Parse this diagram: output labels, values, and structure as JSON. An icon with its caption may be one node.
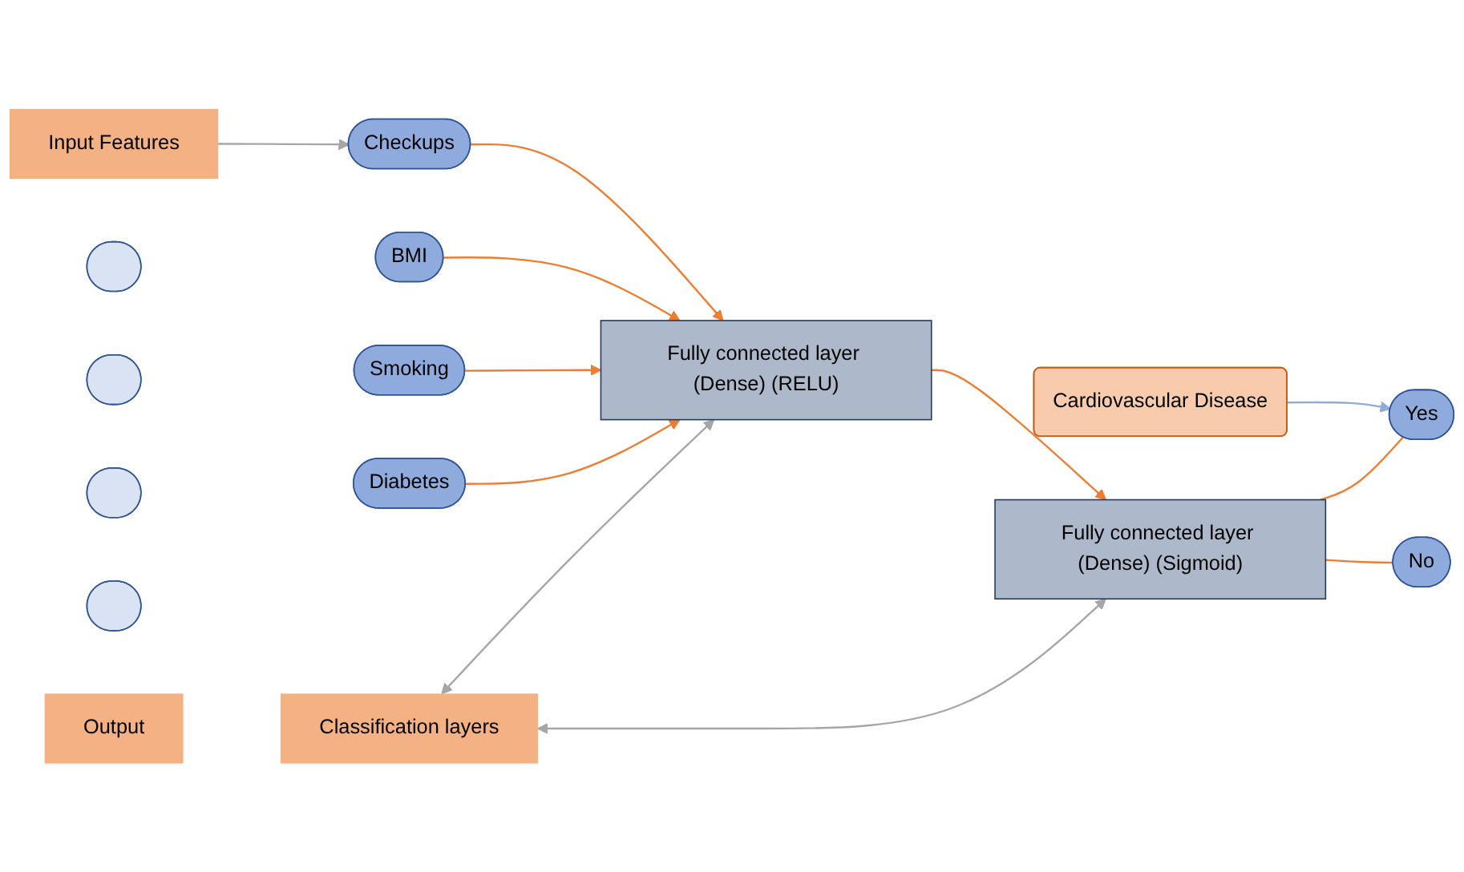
{
  "diagram": {
    "nodes": [
      {
        "text": [
          "Input Features"
        ]
      },
      {
        "text": [
          "Checkups"
        ]
      },
      {
        "text": [
          "BMI"
        ]
      },
      {
        "text": [],
        "shape": "ellipse"
      },
      {
        "text": [],
        "shape": "ellipse"
      },
      {
        "text": [],
        "shape": "ellipse"
      },
      {
        "text": [],
        "shape": "ellipse"
      },
      {
        "text": [
          "Smoking"
        ]
      },
      {
        "text": [
          "Diabetes"
        ]
      },
      {
        "text": [
          "Fully connected layer (Dense) (RELU)"
        ]
      },
      {
        "text": [
          "Fully connected layer (Dense) (Sigmoid)"
        ]
      },
      {
        "text": [
          "Classification layers"
        ]
      },
      {
        "text": [
          "Output"
        ]
      },
      {
        "text": [
          "Cardiovascular Disease"
        ]
      },
      {
        "text": [
          "Yes"
        ]
      },
      {
        "text": [
          "No"
        ]
      }
    ],
    "edges": [
      {
        "from": 0,
        "to": 1,
        "arrow": "to",
        "color": "#a6a6a6"
      },
      {
        "from": 1,
        "to": 9,
        "arrow": "to"
      },
      {
        "from": 2,
        "to": 9,
        "arrow": "to"
      },
      {
        "from": 7,
        "to": 9,
        "arrow": "to"
      },
      {
        "from": 8,
        "to": 9,
        "arrow": "to"
      },
      {
        "from": 9,
        "to": 10,
        "arrow": "to"
      },
      {
        "from": 11,
        "to": 9,
        "arrow": "both",
        "color": "#a6a6a6"
      },
      {
        "from": 11,
        "to": 10,
        "arrow": "both",
        "color": "#a6a6a6"
      },
      {
        "from": 13,
        "to": 14,
        "arrow": "to",
        "color": "#8faadc"
      },
      {
        "from": 10,
        "to": 14,
        "arrow": "none"
      },
      {
        "from": 10,
        "to": 15,
        "arrow": "none"
      }
    ]
  }
}
